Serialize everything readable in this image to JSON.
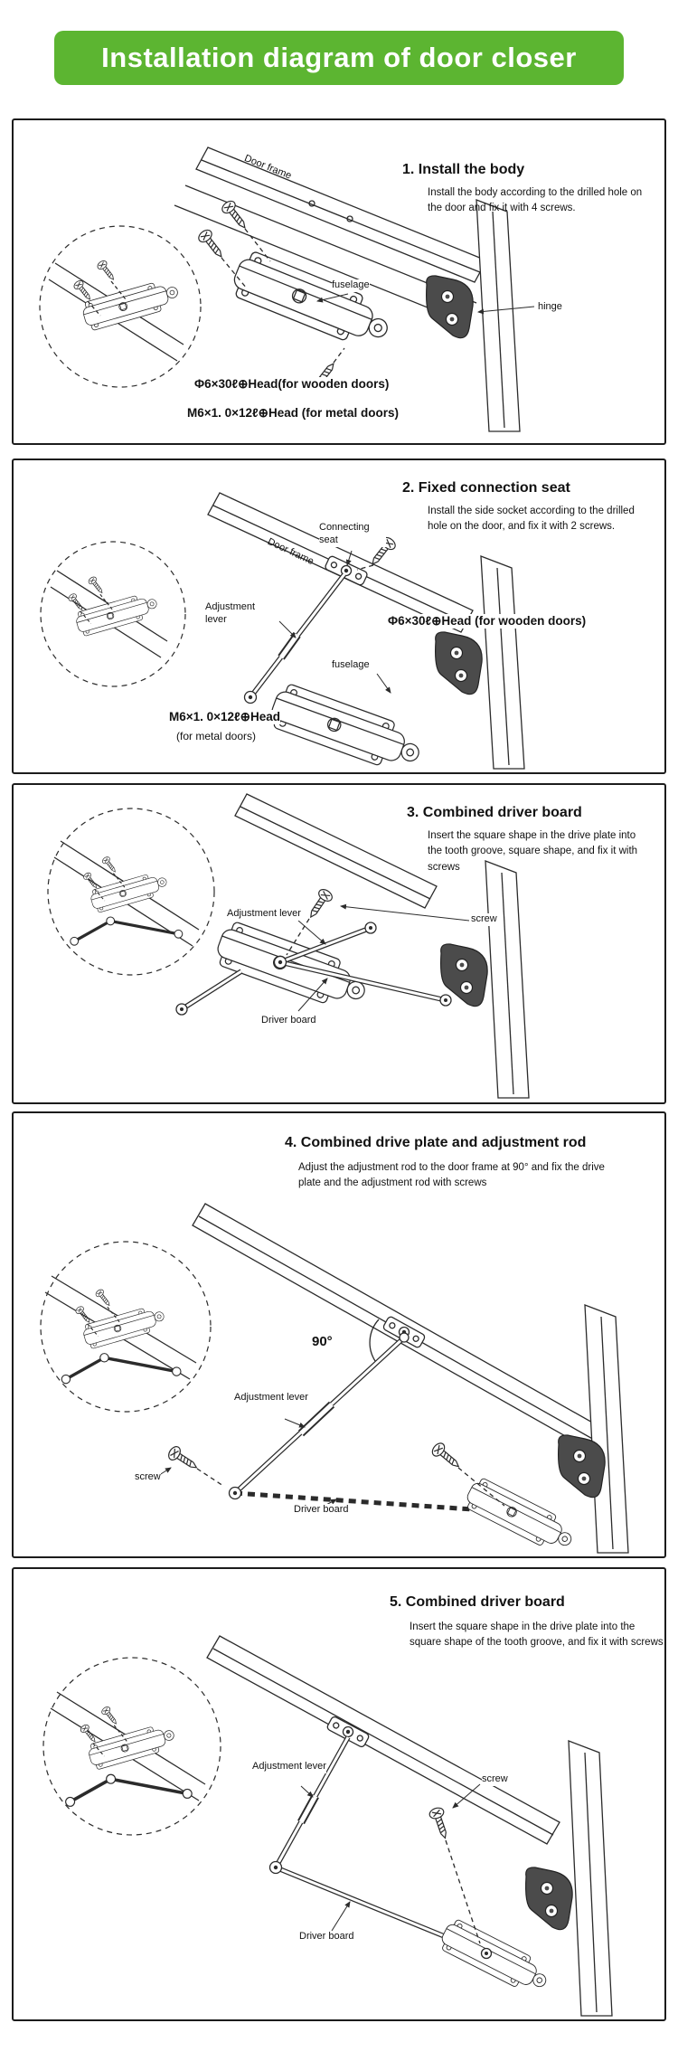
{
  "header": {
    "title": "Installation diagram of door closer"
  },
  "colors": {
    "banner_green": "#5cb531",
    "line_art": "#2b2b2b",
    "hinge_fill": "#4b4b4b"
  },
  "steps": [
    {
      "title": "1. Install the body",
      "description": "Install the body according to the drilled hole on the door and fix it with 4 screws.",
      "labels": {
        "door_frame": "Door frame",
        "fuselage": "fuselage",
        "hinge": "hinge",
        "spec_wooden": "Φ6×30ℓ⊕Head(for wooden doors)",
        "spec_metal": "M6×1. 0×12ℓ⊕Head (for metal doors)"
      }
    },
    {
      "title": "2. Fixed connection seat",
      "description": "Install the side socket according to the drilled hole on the door, and fix it with 2 screws.",
      "labels": {
        "connecting_seat": "Connecting seat",
        "door_frame": "Door frame",
        "adjustment_lever": "Adjustment lever",
        "spec_wooden": "Φ6×30ℓ⊕Head (for wooden doors)",
        "fuselage": "fuselage",
        "spec_metal_line1": "M6×1. 0×12ℓ⊕Head",
        "spec_metal_line2": "(for metal doors)"
      }
    },
    {
      "title": "3. Combined driver board",
      "description": "Insert the square shape in the drive plate into the tooth groove, square shape, and fix it with screws",
      "labels": {
        "adjustment_lever": "Adjustment lever",
        "screw": "screw",
        "driver_board": "Driver board"
      }
    },
    {
      "title": "4. Combined drive plate and adjustment rod",
      "description": "Adjust the adjustment rod to the door frame at 90° and fix the drive plate and the adjustment rod with screws",
      "labels": {
        "angle": "90°",
        "adjustment_lever": "Adjustment lever",
        "screw": "screw",
        "driver_board": "Driver board"
      }
    },
    {
      "title": "5. Combined driver board",
      "description": "Insert the square shape in the drive plate into the square shape of the tooth groove, and fix it with screws",
      "labels": {
        "adjustment_lever": "Adjustment lever",
        "screw": "screw",
        "driver_board": "Driver board"
      }
    }
  ]
}
